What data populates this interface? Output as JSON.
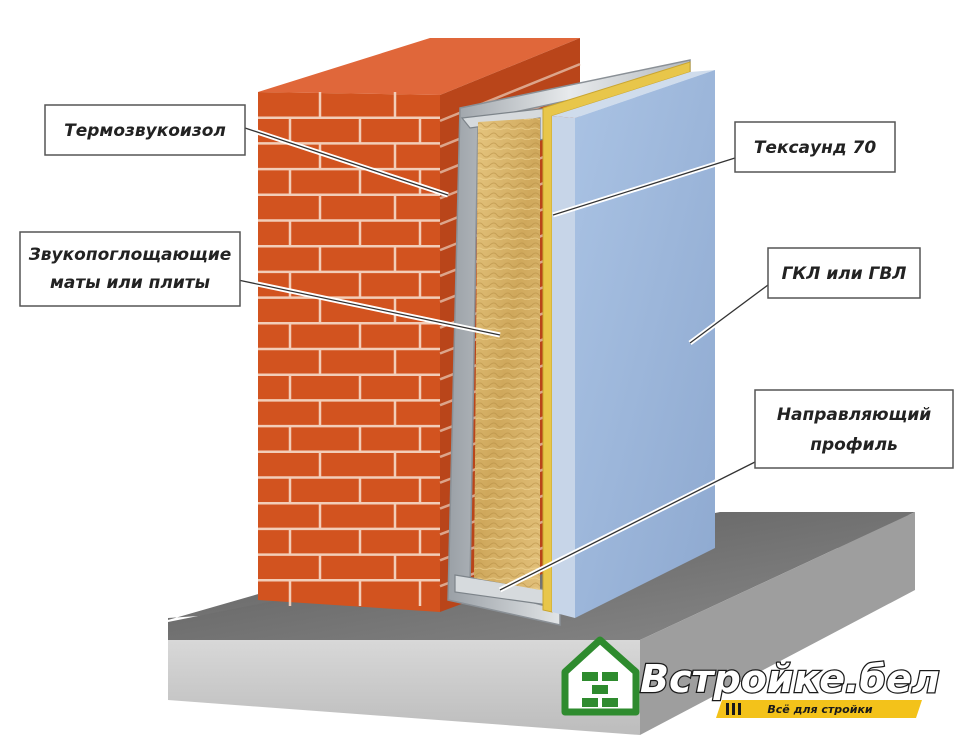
{
  "labels": {
    "thermo": "Термозвукоизол",
    "mats_line1": "Звукопоглощающие",
    "mats_line2": "маты или плиты",
    "texound": "Тексаунд 70",
    "gkl": "ГКЛ или ГВЛ",
    "profile_line1": "Направляющий",
    "profile_line2": "профиль"
  },
  "brand": {
    "name": "Встройке.бел",
    "tagline": "Всё для стройки"
  },
  "colors": {
    "brick": "#d2531f",
    "brick_top": "#e0673a",
    "brick_side": "#b9451a",
    "mortar": "#f2d3c2",
    "drywall": "#9bb7dc",
    "drywall_edge": "#cfdcec",
    "texound": "#e8c64a",
    "mineral_wool": "#d8b46a",
    "profile_metal": "#c4c8cc",
    "floor_top": "#6f6f6f",
    "floor_front": "#cfcfcf",
    "brand_green": "#2e8b2e",
    "brand_yellow": "#f3c21a"
  }
}
